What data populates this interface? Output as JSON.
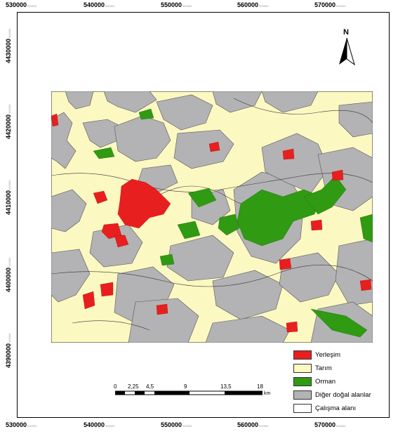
{
  "top_ticks": [
    "530000",
    "540000",
    "550000",
    "560000",
    "570000"
  ],
  "bottom_ticks": [
    "530000",
    "540000",
    "550000",
    "560000",
    "570000"
  ],
  "tick_suffix": "000000",
  "left_ticks": [
    "4430000",
    "4420000",
    "4410000",
    "4400000",
    "4390000"
  ],
  "north_label": "N",
  "legend": [
    {
      "label": "Yerleşim",
      "color": "#e81f1f"
    },
    {
      "label": "Tarım",
      "color": "#fcf8c2"
    },
    {
      "label": "Orman",
      "color": "#2f9a12"
    },
    {
      "label": "Diğer doğal alanlar",
      "color": "#b3b3b5"
    },
    {
      "label": "Çalışma alanı",
      "color": "#ffffff"
    }
  ],
  "scale_labels": [
    "0",
    "2,25",
    "4,5",
    "9",
    "13,5",
    "18"
  ],
  "scale_unit": "km",
  "colors": {
    "agriculture": "#fcf8c2",
    "natural": "#b3b3b5",
    "forest": "#2f9a12",
    "settlement": "#e81f1f",
    "boundary": "#222222"
  }
}
